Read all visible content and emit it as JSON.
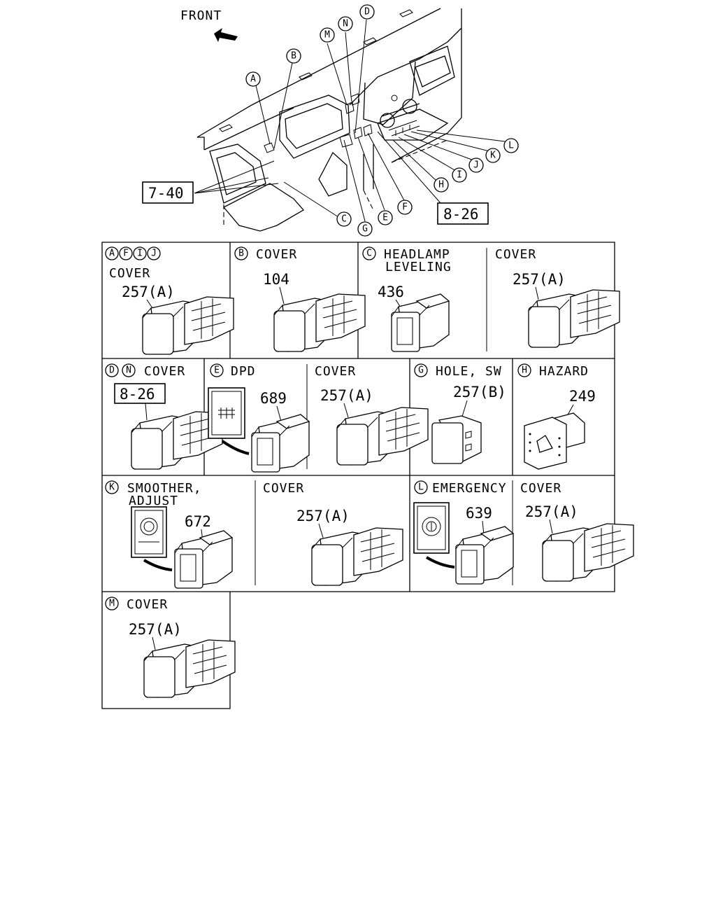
{
  "overview": {
    "front_label": "FRONT",
    "ref_left": "7-40",
    "ref_right": "8-26",
    "callouts": [
      "A",
      "B",
      "C",
      "D",
      "E",
      "F",
      "G",
      "H",
      "I",
      "J",
      "K",
      "L",
      "M",
      "N"
    ]
  },
  "panels": {
    "afij": {
      "letters": [
        "A",
        "F",
        "I",
        "J"
      ],
      "title": "COVER",
      "part": "257(A)"
    },
    "b": {
      "letter": "B",
      "title": "COVER",
      "part": "104"
    },
    "c": {
      "letter": "C",
      "title_line1": "HEADLAMP",
      "title_line2": "LEVELING",
      "part": "436",
      "cover_title": "COVER",
      "cover_part": "257(A)"
    },
    "dn": {
      "letters": [
        "D",
        "N"
      ],
      "title": "COVER",
      "ref": "8-26"
    },
    "e": {
      "letter": "E",
      "title": "DPD",
      "part": "689",
      "cover_title": "COVER",
      "cover_part": "257(A)"
    },
    "g": {
      "letter": "G",
      "title": "HOLE, SW",
      "part": "257(B)"
    },
    "h": {
      "letter": "H",
      "title": "HAZARD",
      "part": "249"
    },
    "k": {
      "letter": "K",
      "title_line1": "SMOOTHER,",
      "title_line2": "ADJUST",
      "part": "672",
      "cover_title": "COVER",
      "cover_part": "257(A)"
    },
    "l": {
      "letter": "L",
      "title": "EMERGENCY",
      "part": "639",
      "cover_title": "COVER",
      "cover_part": "257(A)"
    },
    "m": {
      "letter": "M",
      "title": "COVER",
      "part": "257(A)"
    }
  }
}
